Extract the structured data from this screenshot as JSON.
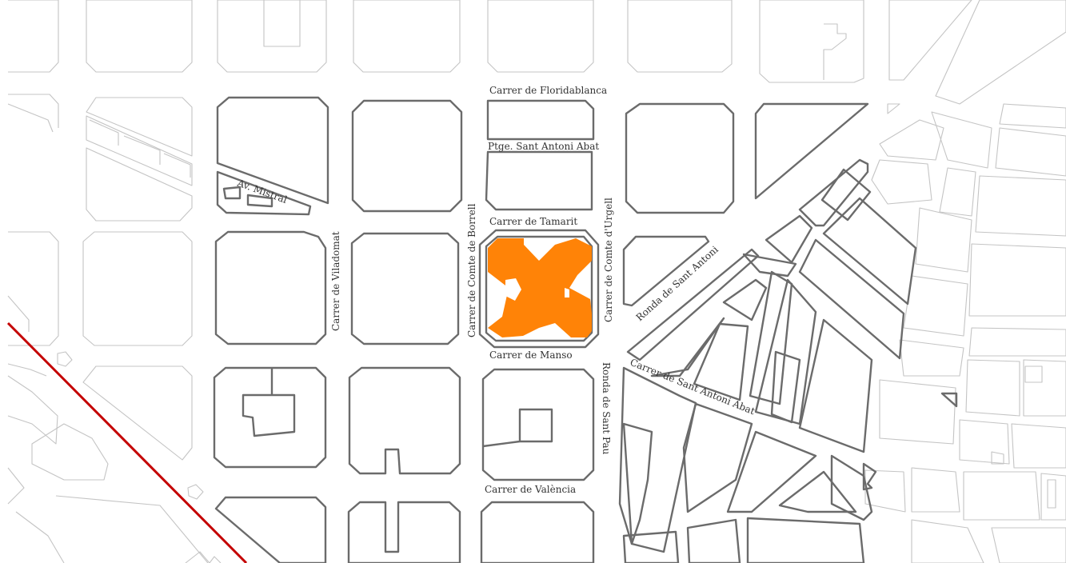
{
  "map": {
    "highlight_color": "#ff8307",
    "railway_color": "#c40000",
    "block_outline_dark": "#6b6b6b",
    "block_outline_light": "#c4c4c4",
    "streets": {
      "floridablanca": "Carrer de Floridablanca",
      "sant_antoni_abat_ptge": "Ptge. Sant Antoni Abat",
      "tamarit": "Carrer de Tamarit",
      "mistral": "Av. Mistral",
      "viladomat": "Carrer de Viladomat",
      "comte_borrell": "Carrer de Comte de Borrell",
      "comte_urgell": "Carrer de Comte d'Urgell",
      "ronda_sant_antoni": "Ronda de Sant Antoni",
      "manso": "Carrer de Manso",
      "ronda_sant_pau": "Ronda de Sant Pau",
      "sant_antoni_abat": "Carrer de Sant Antoni Abat",
      "valencia": "Carrer de València"
    }
  }
}
